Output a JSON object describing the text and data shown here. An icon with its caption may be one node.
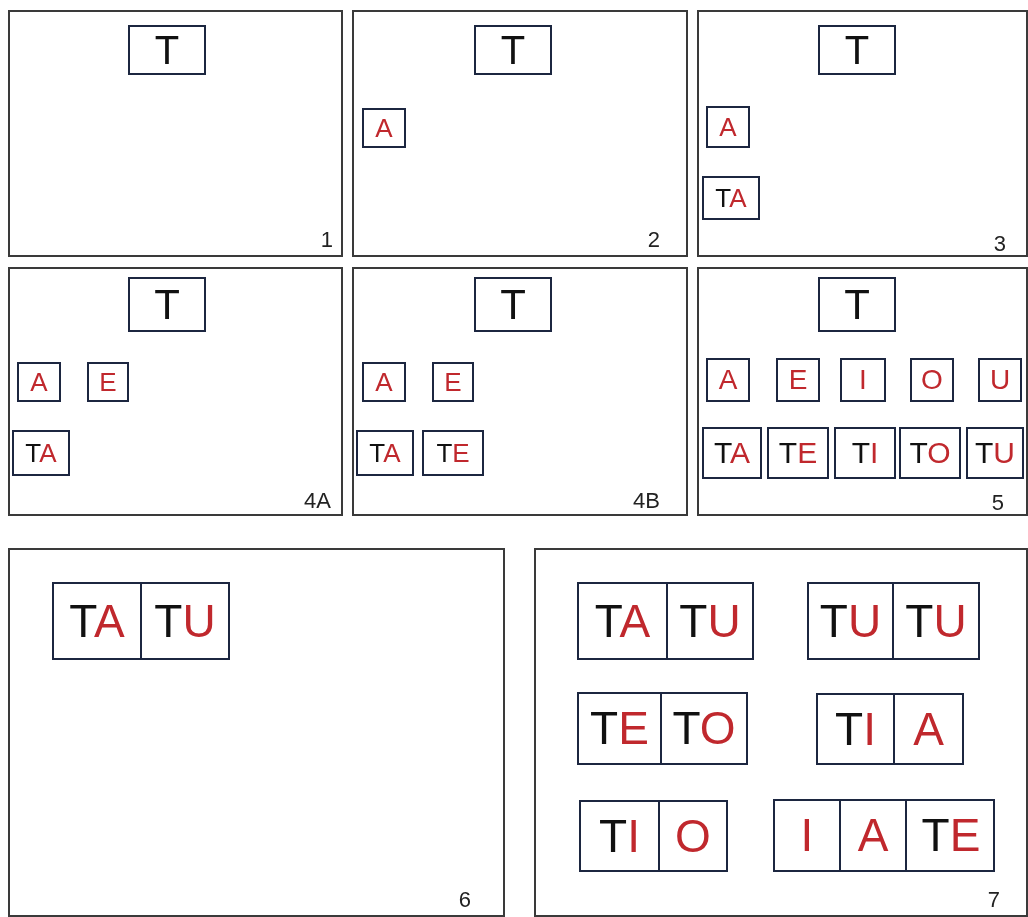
{
  "diagram": {
    "nodes": [
      {
        "text": [
          "1"
        ]
      },
      {
        "text": [
          "T"
        ],
        "in": 0
      },
      {
        "text": [
          "2"
        ]
      },
      {
        "text": [
          "T"
        ],
        "in": 2
      },
      {
        "text": [
          "A"
        ],
        "in": 2
      },
      {
        "text": [
          "3"
        ]
      },
      {
        "text": [
          "T"
        ],
        "in": 5
      },
      {
        "text": [
          "A"
        ],
        "in": 5
      },
      {
        "text": [
          "TA"
        ],
        "in": 5
      },
      {
        "text": [
          "4A"
        ]
      },
      {
        "text": [
          "T"
        ],
        "in": 9
      },
      {
        "text": [
          "A"
        ],
        "in": 9
      },
      {
        "text": [
          "E"
        ],
        "in": 9
      },
      {
        "text": [
          "TA"
        ],
        "in": 9
      },
      {
        "text": [
          "4B"
        ]
      },
      {
        "text": [
          "T"
        ],
        "in": 14
      },
      {
        "text": [
          "A"
        ],
        "in": 14
      },
      {
        "text": [
          "E"
        ],
        "in": 14
      },
      {
        "text": [
          "TA"
        ],
        "in": 14
      },
      {
        "text": [
          "TE"
        ],
        "in": 14
      },
      {
        "text": [
          "5"
        ]
      },
      {
        "text": [
          "T"
        ],
        "in": 20
      },
      {
        "text": [
          "A"
        ],
        "in": 20
      },
      {
        "text": [
          "E"
        ],
        "in": 20
      },
      {
        "text": [
          "I"
        ],
        "in": 20
      },
      {
        "text": [
          "O"
        ],
        "in": 20
      },
      {
        "text": [
          "U"
        ],
        "in": 20
      },
      {
        "text": [
          "TA"
        ],
        "in": 20
      },
      {
        "text": [
          "TE"
        ],
        "in": 20
      },
      {
        "text": [
          "TI"
        ],
        "in": 20
      },
      {
        "text": [
          "TO"
        ],
        "in": 20
      },
      {
        "text": [
          "TU"
        ],
        "in": 20
      },
      {
        "text": [
          "6"
        ]
      },
      {
        "text": [],
        "shape": "box",
        "in": 32
      },
      {
        "text": [
          "TA"
        ],
        "in": 33
      },
      {
        "text": [
          "TU"
        ],
        "in": 33
      },
      {
        "text": [
          "7"
        ]
      },
      {
        "text": [],
        "shape": "box",
        "in": 36
      },
      {
        "text": [
          "TA"
        ],
        "in": 37
      },
      {
        "text": [
          "TU"
        ],
        "in": 37
      },
      {
        "text": [],
        "shape": "box",
        "in": 36
      },
      {
        "text": [
          "TU"
        ],
        "in": 40
      },
      {
        "text": [
          "TU"
        ],
        "in": 40
      },
      {
        "text": [],
        "shape": "box",
        "in": 36
      },
      {
        "text": [
          "TE"
        ],
        "in": 43
      },
      {
        "text": [
          "TO"
        ],
        "in": 43
      },
      {
        "text": [],
        "shape": "box",
        "in": 36
      },
      {
        "text": [
          "TI"
        ],
        "in": 46
      },
      {
        "text": [
          "A"
        ],
        "in": 46
      },
      {
        "text": [],
        "shape": "box",
        "in": 36
      },
      {
        "text": [
          "TI"
        ],
        "in": 49
      },
      {
        "text": [
          "O"
        ],
        "in": 49
      },
      {
        "text": [],
        "shape": "box",
        "in": 36
      },
      {
        "text": [
          "I"
        ],
        "in": 52
      },
      {
        "text": [
          "A"
        ],
        "in": 52
      },
      {
        "text": [
          "TE"
        ],
        "in": 52
      }
    ]
  }
}
